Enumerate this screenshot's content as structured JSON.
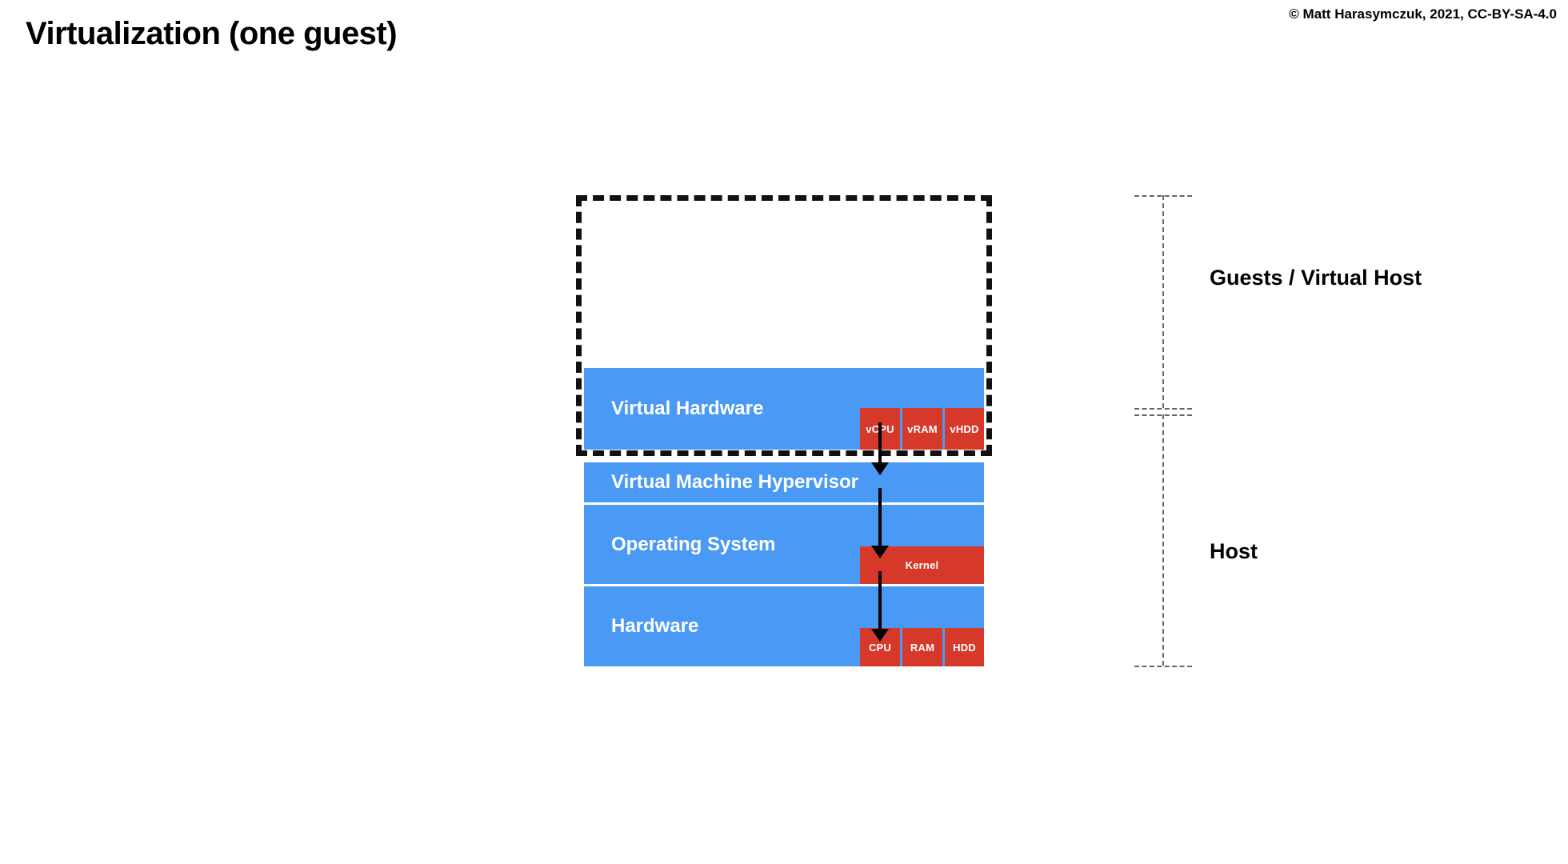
{
  "slide": {
    "title": "Virtualization (one guest)",
    "copyright": "© Matt Harasymczuk, 2021, CC-BY-SA-4.0",
    "background": "#ffffff"
  },
  "colors": {
    "layer_blue": "#4a9af5",
    "component_red": "#d6382a",
    "text_on_fill": "#ffffff",
    "boundary_black": "#111111",
    "bracket_gray": "#666666"
  },
  "diagram": {
    "type": "stack-diagram",
    "guest_boundary": {
      "name": "guest-virtual-machine-boundary",
      "style": "dashed",
      "contains": [
        "Virtual Hardware"
      ]
    },
    "layers": [
      {
        "id": "virtual-hardware",
        "label": "Virtual Hardware",
        "group": "guest",
        "components": [
          {
            "id": "vcpu",
            "label": "vCPU"
          },
          {
            "id": "vram",
            "label": "vRAM"
          },
          {
            "id": "vhdd",
            "label": "vHDD"
          }
        ]
      },
      {
        "id": "virtual-machine-hypervisor",
        "label": "Virtual Machine Hypervisor",
        "group": "host",
        "components": []
      },
      {
        "id": "operating-system",
        "label": "Operating System",
        "group": "host",
        "components": [
          {
            "id": "kernel",
            "label": "Kernel"
          }
        ]
      },
      {
        "id": "hardware",
        "label": "Hardware",
        "group": "host",
        "components": [
          {
            "id": "cpu",
            "label": "CPU"
          },
          {
            "id": "ram",
            "label": "RAM"
          },
          {
            "id": "hdd",
            "label": "HDD"
          }
        ]
      }
    ],
    "flow_arrows": [
      {
        "id": "arrow-vcpu-to-hypervisor",
        "from": "vCPU",
        "to": "Virtual Machine Hypervisor"
      },
      {
        "id": "arrow-hypervisor-to-kernel",
        "from": "Virtual Machine Hypervisor",
        "to": "Kernel"
      },
      {
        "id": "arrow-kernel-to-cpu",
        "from": "Kernel",
        "to": "CPU"
      }
    ],
    "brackets": [
      {
        "id": "guests-bracket",
        "label": "Guests / Virtual Host",
        "spans": [
          "Virtual Hardware"
        ]
      },
      {
        "id": "host-bracket",
        "label": "Host",
        "spans": [
          "Virtual Machine Hypervisor",
          "Operating System",
          "Hardware"
        ]
      }
    ]
  }
}
